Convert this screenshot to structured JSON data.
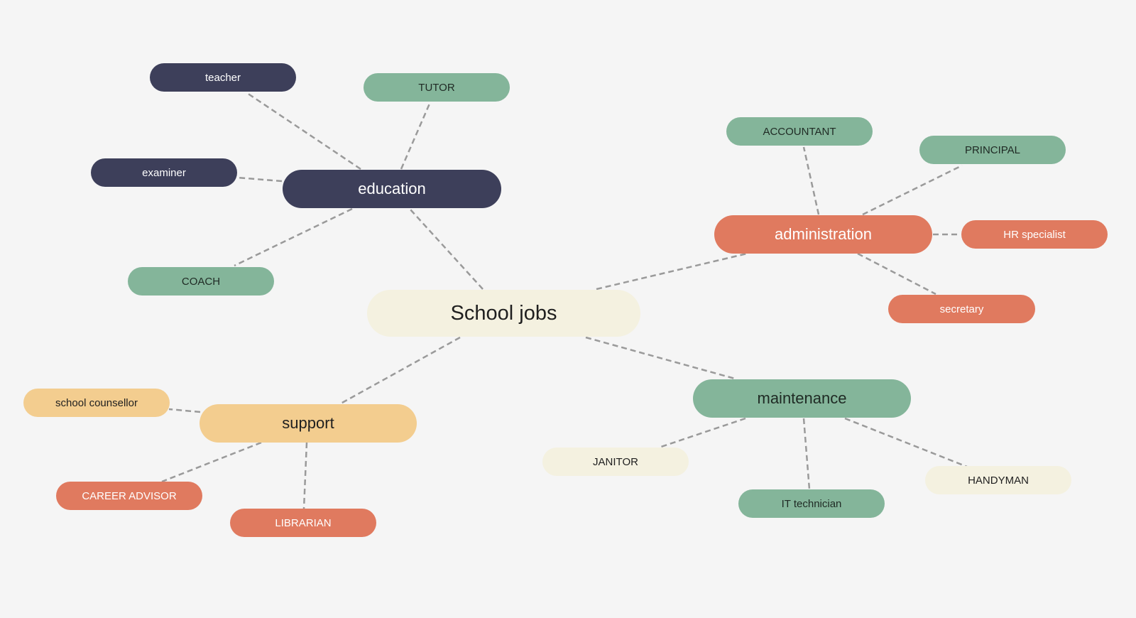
{
  "diagram": {
    "root": {
      "label": "School jobs"
    },
    "branches": [
      {
        "label": "education",
        "color": "#3d3f5a",
        "children": [
          "teacher",
          "TUTOR",
          "examiner",
          "COACH"
        ]
      },
      {
        "label": "administration",
        "color": "#e07a5f",
        "children": [
          "ACCOUNTANT",
          "PRINCIPAL",
          "HR specialist",
          "secretary"
        ]
      },
      {
        "label": "support",
        "color": "#f3cd8f",
        "children": [
          "school counsellor",
          "CAREER ADVISOR",
          "LIBRARIAN"
        ]
      },
      {
        "label": "maintenance",
        "color": "#84b59a",
        "children": [
          "JANITOR",
          "IT technician",
          "HANDYMAN"
        ]
      }
    ],
    "palette": {
      "navy": "#3d3f5a",
      "green": "#84b59a",
      "orange": "#e07a5f",
      "yellow": "#f3cd8f",
      "cream": "#f4f1e0",
      "connector": "#9a9a9a",
      "background": "#f5f5f5"
    }
  }
}
